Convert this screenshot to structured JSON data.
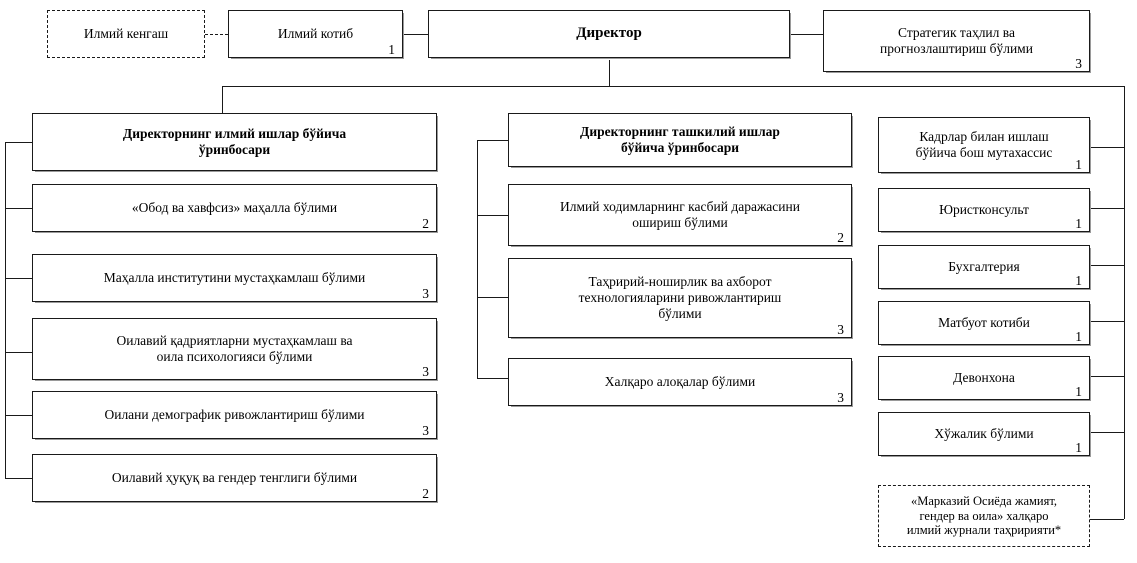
{
  "diagram": {
    "title_visible": false,
    "footnote_marker": "*",
    "line_color": "#1a1a1a"
  },
  "top_row": {
    "council": {
      "label": "Илмий кенгаш",
      "count": ""
    },
    "secretary": {
      "label": "Илмий котиб",
      "count": "1"
    },
    "director": {
      "label": "Директор",
      "count": ""
    },
    "strategic": {
      "label": "Стратегик таҳлил ва\nпрогнозлаштириш бўлими",
      "count": "3"
    }
  },
  "left_column": {
    "head": {
      "label": "Директорнинг илмий ишлар бўйича\nўринбосари",
      "count": ""
    },
    "items": [
      {
        "label": "«Обод ва хавфсиз» маҳалла бўлими",
        "count": "2"
      },
      {
        "label": "Маҳалла институтини мустаҳкамлаш бўлими",
        "count": "3"
      },
      {
        "label": "Оилавий қадриятларни мустаҳкамлаш ва\nоила психологияси бўлими",
        "count": "3"
      },
      {
        "label": "Оилани демографик ривожлантириш бўлими",
        "count": "3"
      },
      {
        "label": "Оилавий ҳуқуқ ва гендер тенглиги бўлими",
        "count": "2"
      }
    ]
  },
  "middle_column": {
    "head": {
      "label": "Директорнинг ташкилий ишлар\nбўйича ўринбосари",
      "count": ""
    },
    "items": [
      {
        "label": "Илмий ходимларнинг касбий даражасини\nошириш бўлими",
        "count": "2"
      },
      {
        "label": "Таҳририй-ноширлик ва ахборот\nтехнологияларини ривожлантириш\nбўлими",
        "count": "3"
      },
      {
        "label": "Халқаро алоқалар бўлими",
        "count": "3"
      }
    ]
  },
  "right_column": {
    "items": [
      {
        "label": "Кадрлар билан ишлаш\nбўйича бош мутахассис",
        "count": "1"
      },
      {
        "label": "Юристконсульт",
        "count": "1"
      },
      {
        "label": "Бухгалтерия",
        "count": "1"
      },
      {
        "label": "Матбуот котиби",
        "count": "1"
      },
      {
        "label": "Девонхона",
        "count": "1"
      },
      {
        "label": "Хўжалик бўлими",
        "count": "1"
      }
    ],
    "journal": {
      "label": "«Марказий Осиёда жамият,\nгендер ва оила» халқаро\nилмий журнали таҳририяти*",
      "count": ""
    }
  }
}
